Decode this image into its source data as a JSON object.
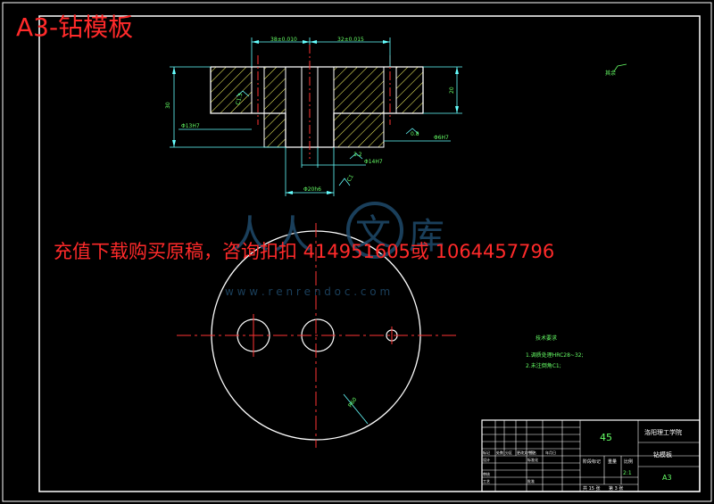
{
  "header": {
    "title": "A3-钻模板"
  },
  "promo": {
    "text": "充值下载购买原稿，咨询扣扣 414951605或 1064457796"
  },
  "watermark": {
    "brand": "人人文库",
    "url": "w w w . r e n r e n d o c . c o m"
  },
  "dimensions": {
    "top_left": "38±0.010",
    "top_right": "32±0.015",
    "left_height": "30",
    "right_height": "20",
    "hole_left": "Φ13H7",
    "hole_right": "Φ6H7",
    "bottom_bore": "Φ14H7",
    "bottom_width": "Φ20h6",
    "chamfer_left": "C1.5",
    "chamfer_mid": "3.2",
    "chamfer_right": "0.8",
    "chamfer_bottom": "C1",
    "plan_radius": "R60",
    "roughness_note": "其余"
  },
  "tech_requirements": {
    "title": "技术要求",
    "items": [
      "1.调质处理HRC28~32;",
      "2.未注倒角C1;"
    ]
  },
  "title_block": {
    "material": "45",
    "school": "洛阳理工学院",
    "part_name": "钻模板",
    "sheet_size": "A3",
    "col_stage": "阶段标记",
    "col_weight": "重量",
    "col_scale": "比例",
    "scale_value": "2:1",
    "total_sheets": "共 15 张",
    "sheet_no": "第 3 张",
    "left_labels": [
      "标记",
      "处数",
      "分区",
      "更改文件号",
      "签名",
      "年月日"
    ],
    "row_design": "设计",
    "row_check": "审核",
    "row_std": "标准化",
    "row_process": "工艺",
    "row_approve": "批准"
  }
}
